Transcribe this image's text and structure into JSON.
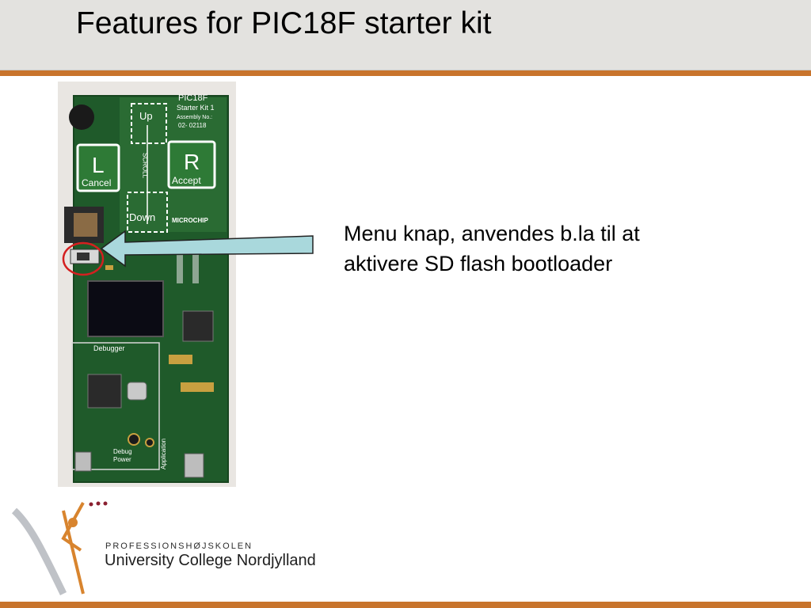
{
  "header": {
    "title": "Features for PIC18F starter kit"
  },
  "callout": {
    "line1": "Menu knap, anvendes b.la til at",
    "line2": "aktivere SD flash bootloader"
  },
  "board": {
    "model_line1": "PIC18F",
    "model_line2": "Starter Kit 1",
    "model_line3": "Assembly No.:",
    "model_line4": "02- 02118",
    "btn_up": "Up",
    "btn_down": "Down",
    "scroll": "SCROLL",
    "btn_left_letter": "L",
    "btn_left_label": "Cancel",
    "btn_right_letter": "R",
    "btn_right_label": "Accept",
    "brand": "MICROCHIP",
    "debugger": "Debugger",
    "debug_power": "Debug",
    "power": "Power",
    "application": "Application"
  },
  "logo": {
    "line1": "PROFESSIONSHØJSKOLEN",
    "line2": "University College Nordjylland"
  },
  "colors": {
    "accent": "#c8742c",
    "header_bg": "#e3e2df",
    "pcb": "#1f5a2a",
    "arrow_fill": "#a9d8dc",
    "highlight_circle": "#d42020"
  }
}
